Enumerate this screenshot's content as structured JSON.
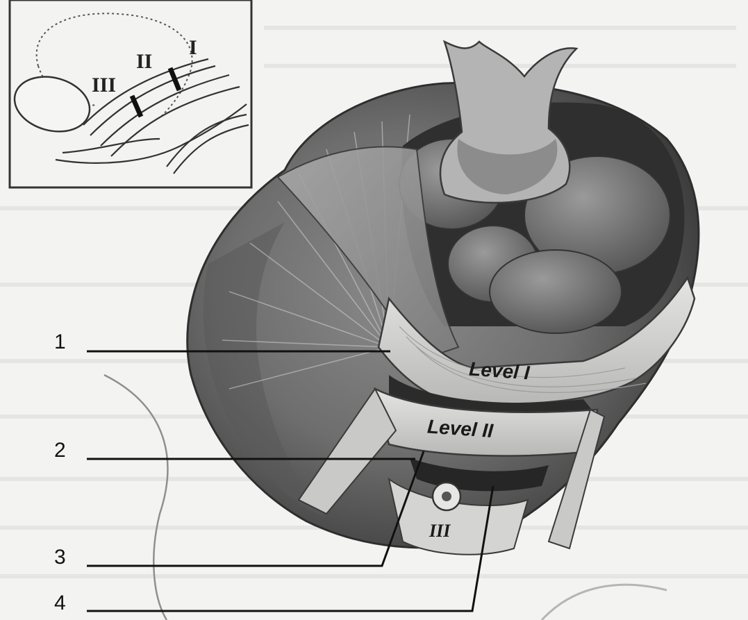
{
  "inset": {
    "level_labels": [
      "I",
      "II",
      "III"
    ]
  },
  "main": {
    "level1_label": "Level I",
    "level2_label": "Level II",
    "level3_label": "III"
  },
  "callouts": [
    "1",
    "2",
    "3",
    "4"
  ]
}
